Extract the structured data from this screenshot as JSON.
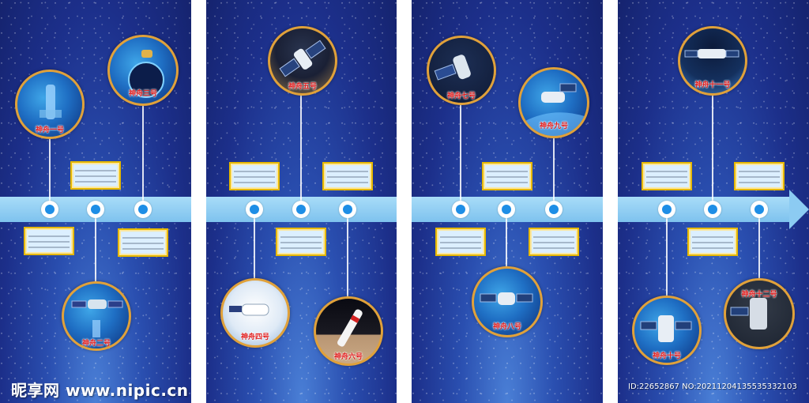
{
  "missions": {
    "m1": "神舟一号",
    "m2": "神舟二号",
    "m3": "神舟三号",
    "m4": "神舟四号",
    "m5": "神舟五号",
    "m6": "神舟六号",
    "m7": "神舟七号",
    "m8": "神舟八号",
    "m9": "神舟九号",
    "m10": "神舟十号",
    "m11": "神舟十一号",
    "m12": "神舟十二号"
  },
  "watermark": {
    "site": "昵享网 www.nipic.cn",
    "id": "ID:22652867 NO:20211204135535332103"
  },
  "colors": {
    "background": "#1c2f8a",
    "timeline": "#8ccbf2",
    "node": "#1e8ee6",
    "frame": "#e0a13a",
    "label": "#e11c1c"
  }
}
